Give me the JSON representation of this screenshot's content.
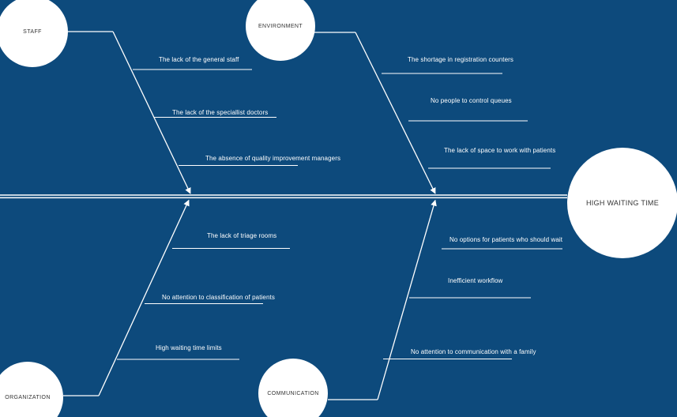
{
  "diagram": {
    "type": "fishbone",
    "effect": {
      "label": "HIGH WAITING TIME"
    },
    "categories": [
      {
        "label": "STAFF",
        "position": "top-left",
        "causes": [
          "The lack of the general staff",
          "The lack of the speciallist doctors",
          "The absence of quality improvement managers"
        ]
      },
      {
        "label": "ENVIRONMENT",
        "position": "top-center",
        "causes": [
          "The shortage in registration counters",
          "No people to control queues",
          "The lack of space to work with patients"
        ]
      },
      {
        "label": "ORGANIZATION",
        "position": "bottom-left",
        "causes": [
          "The lack of triage rooms",
          "No attention to classification of patients",
          "High waiting time limits"
        ]
      },
      {
        "label": "COMMUNICATION",
        "position": "bottom-center",
        "causes": [
          "No options for patients who should wait",
          "Inefficient workflow",
          "No attention to communication with a family"
        ]
      }
    ],
    "colors": {
      "background": "#0d4a7c",
      "line": "#ffffff",
      "cause_text": "#ffffff",
      "node_fill": "#ffffff",
      "node_text": "#333333"
    }
  }
}
